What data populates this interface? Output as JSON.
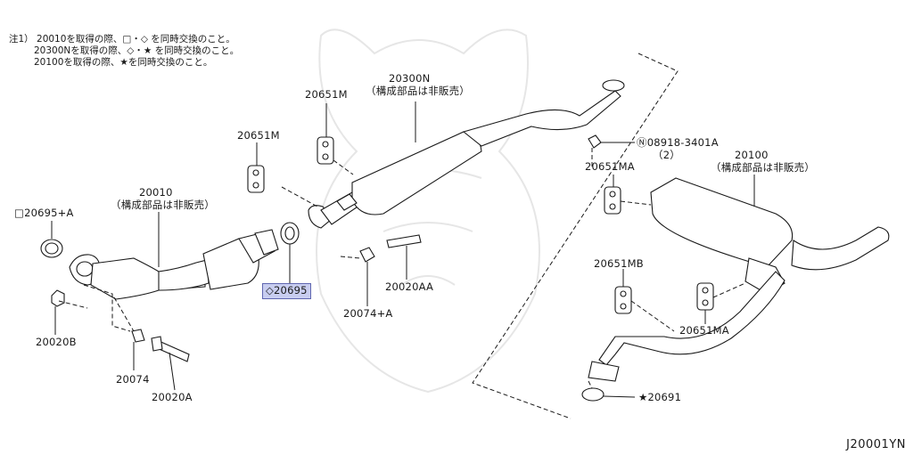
{
  "notes": [
    "注1） 20010を取得の際、□・◇ を同時交換のこと。",
    "20300Nを取得の際、◇・★ を同時交換のこと。",
    "20100を取得の際、★を同時交換のこと。"
  ],
  "labels": {
    "p20300n": "20300N",
    "p20300n_sub": "（構成部品は非販売）",
    "p20651m_a": "20651M",
    "p20651m_b": "20651M",
    "p08918": "Ⓝ08918-3401A",
    "p08918_qty": "（2）",
    "p20651ma_a": "20651MA",
    "p20100": "20100",
    "p20100_sub": "（構成部品は非販売）",
    "p20010": "20010",
    "p20010_sub": "（構成部品は非販売）",
    "p20695a": "□20695+A",
    "p20695": "◇20695",
    "p20020aa": "20020AA",
    "p20074a": "20074+A",
    "p20651mb": "20651MB",
    "p20651ma_b": "20651MA",
    "p20020b": "20020B",
    "p20074": "20074",
    "p20020a": "20020A",
    "p20691": "★20691"
  },
  "diagram_code": "J20001YN",
  "colors": {
    "highlight": "#c8cdf0",
    "highlight_border": "#5f66b0",
    "ink": "#1a1a1a"
  }
}
